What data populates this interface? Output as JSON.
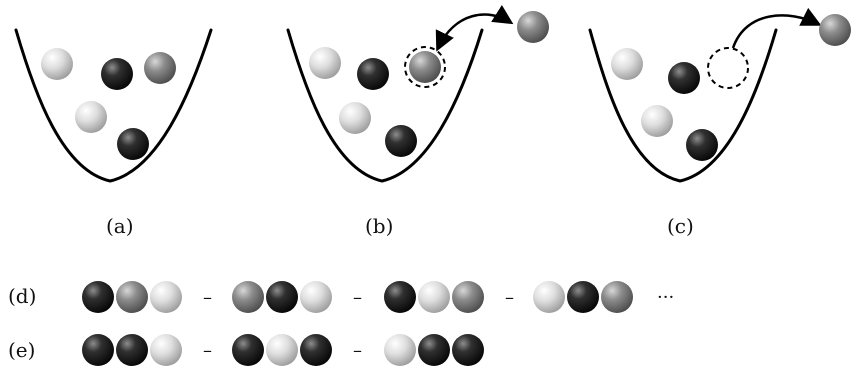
{
  "labels": {
    "a": "(a)",
    "b": "(b)",
    "c": "(c)",
    "d": "(d)",
    "e": "(e)"
  },
  "sequences": {
    "d": [
      [
        "dark",
        "medium",
        "light"
      ],
      [
        "medium",
        "dark",
        "light"
      ],
      [
        "dark",
        "light",
        "medium"
      ],
      [
        "light",
        "dark",
        "medium"
      ]
    ],
    "e": [
      [
        "dark",
        "dark",
        "light"
      ],
      [
        "dark",
        "light",
        "dark"
      ],
      [
        "light",
        "dark",
        "dark"
      ]
    ]
  },
  "separator": "–",
  "ellipsis": "···",
  "colors": {
    "dark": "#111111",
    "medium": "#7a7a7a",
    "light": "#d8d8d8",
    "line": "#000000"
  }
}
